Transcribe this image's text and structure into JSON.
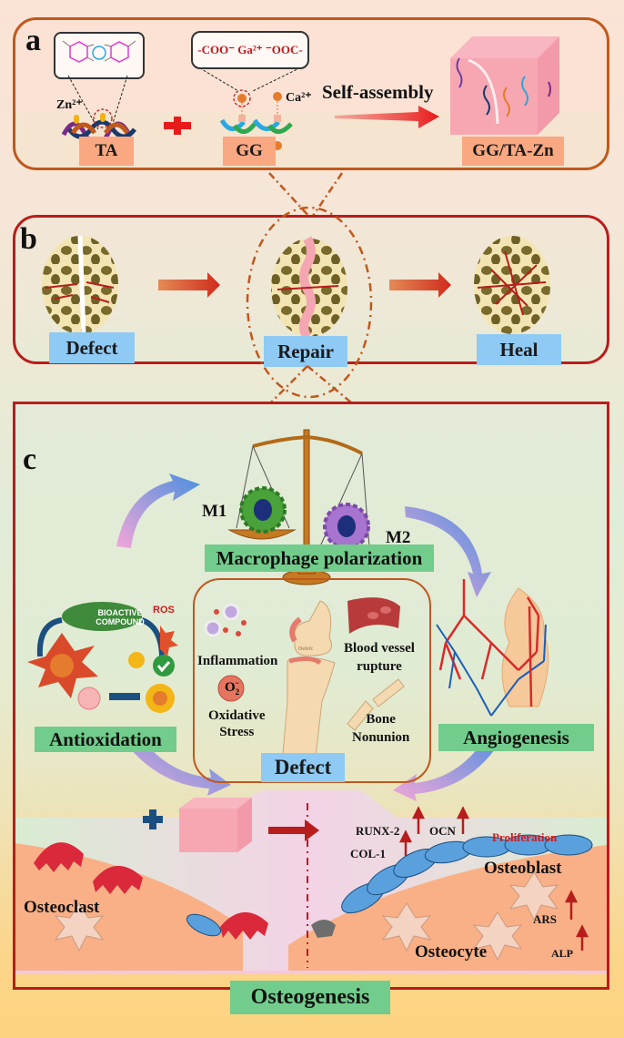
{
  "panel_a": {
    "label": "a",
    "ta_chem_center": "Zn²⁺",
    "gg_chem_text": "-COO⁻ Ga²⁺ ⁻OOC-",
    "zn_label": "Zn²⁺",
    "ca_label": "Ca²⁺",
    "self_assembly": "Self-assembly",
    "ta_tag": "TA",
    "gg_tag": "GG",
    "product_tag": "GG/TA-Zn"
  },
  "panel_b": {
    "label": "b",
    "stages": [
      "Defect",
      "Repair",
      "Heal"
    ]
  },
  "panel_c": {
    "label": "c",
    "m1": "M1",
    "m2": "M2",
    "macrophage": "Macrophage polarization",
    "bioactive": [
      "BIOACTIVE",
      "COMPOUND"
    ],
    "ros": "ROS",
    "antioxidation": "Antioxidation",
    "angiogenesis": "Angiogenesis",
    "defect_box": {
      "inflammation": "Inflammation",
      "o2": "O",
      "oxidative": [
        "Oxidative",
        "Stress"
      ],
      "blood_vessel": [
        "Blood vessel",
        "rupture"
      ],
      "bone_nonunion": [
        "Bone",
        "Nonunion"
      ],
      "joint_label": "Defefc",
      "title": "Defect"
    },
    "markers": {
      "runx2": "RUNX-2",
      "ocn": "OCN",
      "col1": "COL-1",
      "proliferation": "Proliferation",
      "osteoblast": "Osteoblast",
      "ars": "ARS",
      "alp": "ALP",
      "osteocyte": "Osteocyte",
      "osteoclast": "Osteoclast"
    },
    "osteogenesis": "Osteogenesis"
  },
  "colors": {
    "panel_a_border": "#c0581d",
    "panel_bc_border": "#b81d1d",
    "tag_orange": "#f9a882",
    "tag_blue": "#8fcaf4",
    "tag_green": "#72cc8b",
    "accent_red": "#d11a1a"
  }
}
